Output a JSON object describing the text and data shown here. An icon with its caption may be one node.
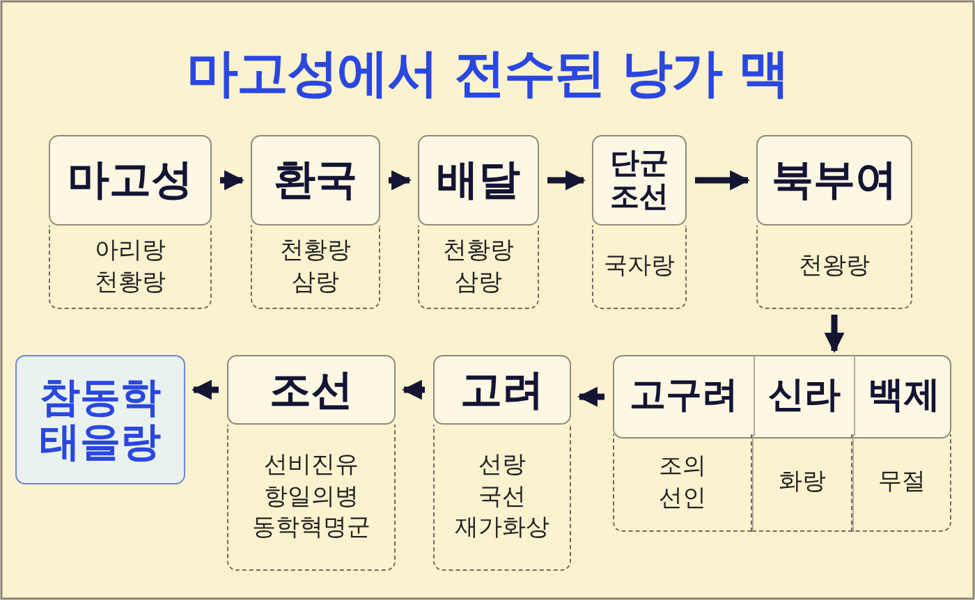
{
  "diagram": {
    "title": "마고성에서 전수된 낭가 맥",
    "nodes": [
      {
        "text": [
          "마고성"
        ],
        "beside": [
          "아리랑",
          "천황랑"
        ]
      },
      {
        "text": [
          "환국"
        ],
        "beside": [
          "천황랑",
          "삼랑"
        ]
      },
      {
        "text": [
          "배달"
        ],
        "beside": [
          "천황랑",
          "삼랑"
        ]
      },
      {
        "text": [
          "단군 조선"
        ],
        "beside": [
          "국자랑"
        ]
      },
      {
        "text": [
          "북부여"
        ],
        "beside": [
          "천왕랑"
        ]
      },
      {
        "text": [],
        "shape": "box"
      },
      {
        "text": [
          "고구려"
        ],
        "in": 5,
        "beside": [
          "조의 선인"
        ]
      },
      {
        "text": [
          "신라"
        ],
        "in": 5,
        "beside": [
          "화랑"
        ]
      },
      {
        "text": [
          "백제"
        ],
        "in": 5,
        "beside": [
          "무절"
        ]
      },
      {
        "text": [
          "고려"
        ],
        "beside": [
          "선랑",
          "국선",
          "재가화상"
        ]
      },
      {
        "text": [
          "조선"
        ],
        "beside": [
          "선비진유",
          "항일의병",
          "동학혁명군"
        ]
      },
      {
        "text": [
          "참동학 태을랑"
        ]
      }
    ],
    "edges": [
      {
        "from": 0,
        "to": 1,
        "arrow": "to"
      },
      {
        "from": 1,
        "to": 2,
        "arrow": "to"
      },
      {
        "from": 2,
        "to": 3,
        "arrow": "to"
      },
      {
        "from": 3,
        "to": 4,
        "arrow": "to"
      },
      {
        "from": 4,
        "to": 5,
        "arrow": "to"
      },
      {
        "from": 5,
        "to": 9,
        "arrow": "to"
      },
      {
        "from": 9,
        "to": 10,
        "arrow": "to"
      },
      {
        "from": 10,
        "to": 11,
        "arrow": "to"
      }
    ]
  }
}
